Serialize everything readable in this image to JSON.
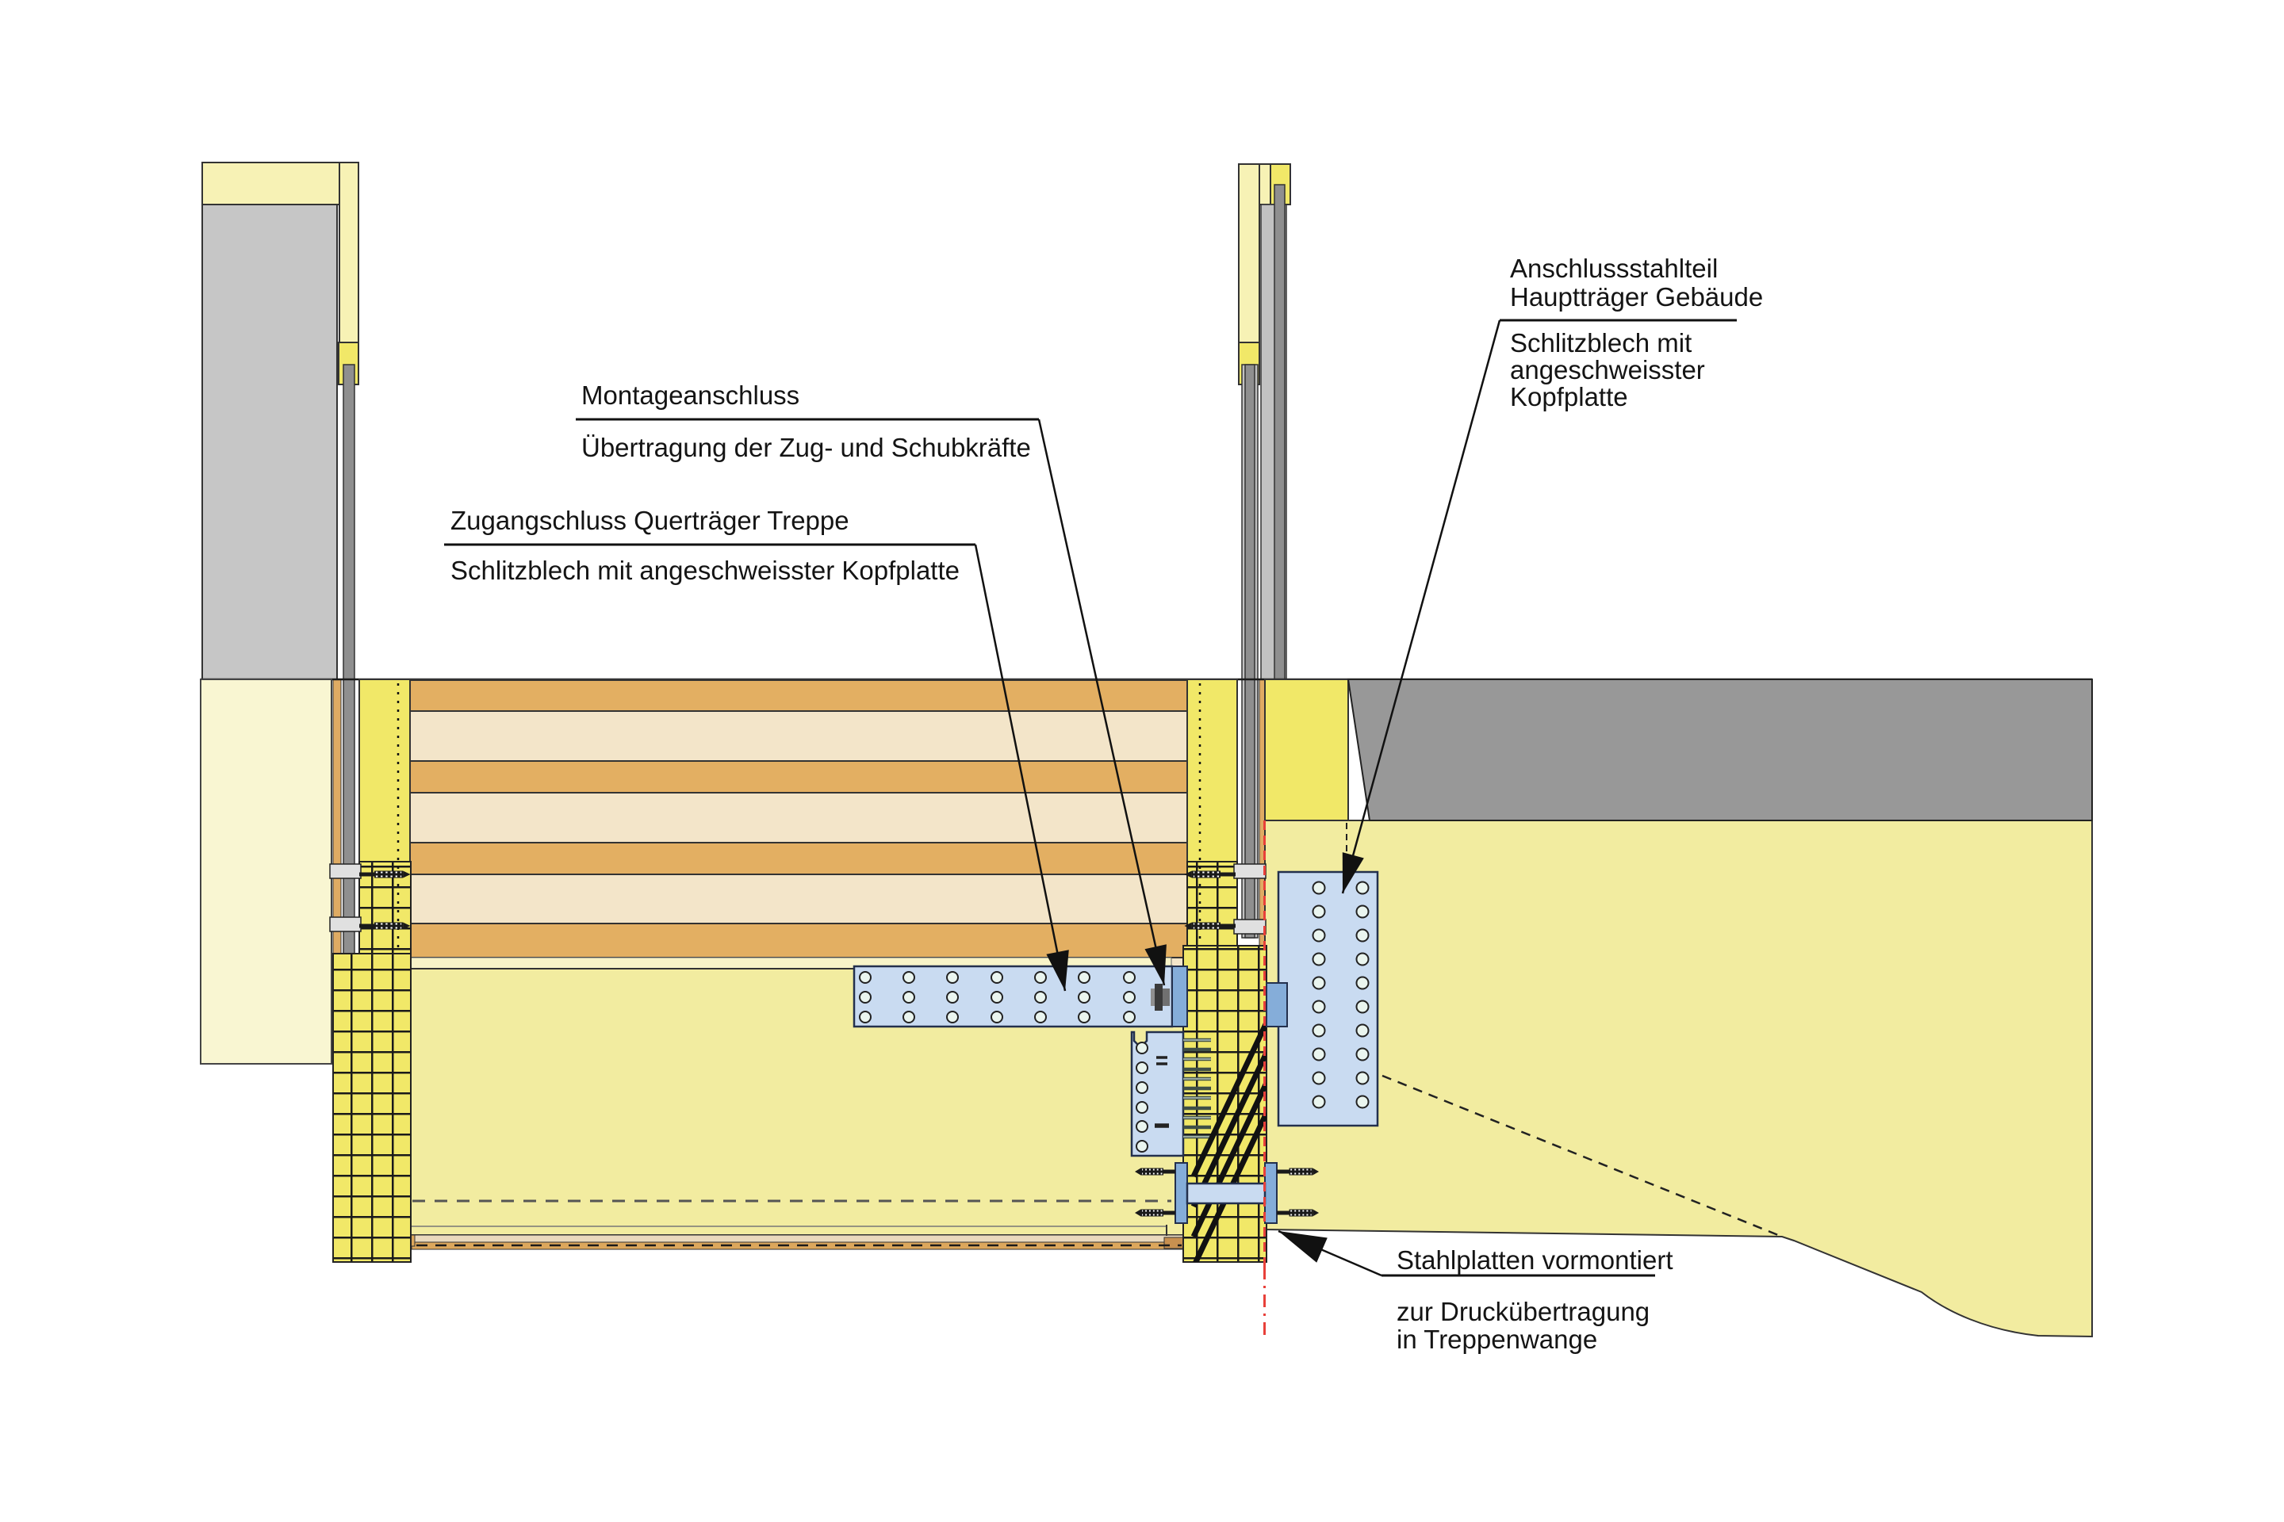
{
  "labels": {
    "montage": {
      "line1": "Montageanschluss",
      "line2": "Übertragung der Zug- und Schubkräfte"
    },
    "zugang": {
      "line1": "Zugangschluss Querträger Treppe",
      "line2": "Schlitzblech mit angeschweisster Kopfplatte"
    },
    "anschluss": {
      "line1": "Anschlussstahlteil",
      "line2": "Hauptträger Gebäude",
      "line3": "Schlitzblech mit",
      "line4": "angeschweisster",
      "line5": "Kopfplatte"
    },
    "stahlplatten": {
      "line1": "Stahlplatten vormontiert",
      "line2": "zur Druckübertragung",
      "line3": "in Treppenwange"
    }
  },
  "colors": {
    "steel": "#c9dbf1",
    "steel_dark": "#85add9",
    "bright": "#f1e868",
    "mid": "#f2eca0",
    "pale": "#f9f6d2",
    "cap": "#f7f2b5",
    "orange": "#e3af62",
    "beige": "#f3e5c9",
    "concrete": "#989898",
    "wall": "#c6c6c6",
    "rod": "#8f8f8f",
    "red": "#e8403a",
    "ink": "#1a1a1a"
  }
}
